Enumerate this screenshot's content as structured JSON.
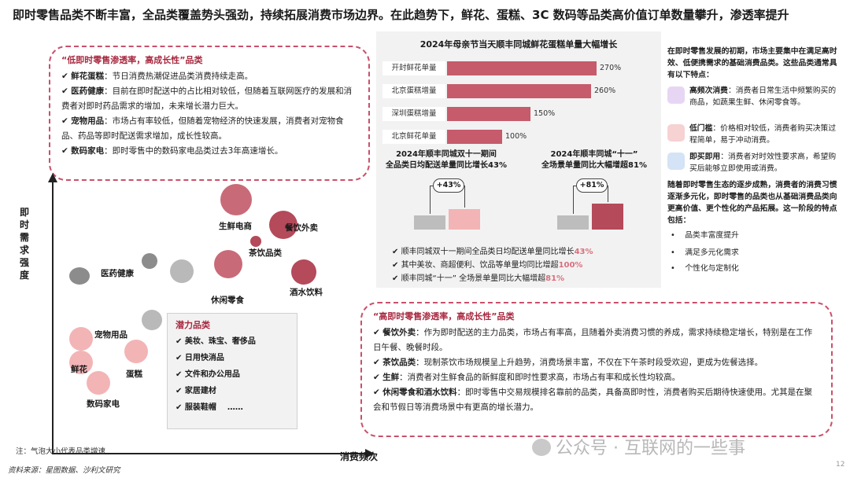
{
  "title": "即时零售品类不断丰富，全品类覆盖势头强劲，持续拓展消费市场边界。在此趋势下，鲜花、蛋糕、3C 数码等品类高价值订单数量攀升，渗透率提升",
  "low_bubble": {
    "heading": "“低即时零售渗透率，高成长性”品类",
    "items": [
      {
        "name": "鲜花蛋糕",
        "text": "：节日消费热潮促进品类消费持续走高。"
      },
      {
        "name": "医药健康",
        "text": "：目前在即时配送中的占比相对较低，但随着互联网医疗的发展和消费者对即时药品需求的增加，未来增长潜力巨大。"
      },
      {
        "name": "宠物用品",
        "text": "：市场占有率较低，但随着宠物经济的快速发展，消费者对宠物食品、药品等即时配送需求增加，成长性较高。"
      },
      {
        "name": "数码家电",
        "text": "：即时零售中的数码家电品类过去3年高速增长。"
      }
    ]
  },
  "scatter": {
    "y_label": "即时需求强度",
    "x_label": "消费频次",
    "colors": {
      "dark": "#b44a5a",
      "mid": "#c96a78",
      "light": "#f3b4b6",
      "gray": "#8c8c8c",
      "lightgray": "#b9b9b9"
    },
    "points": [
      {
        "label": "生鲜电商"
      },
      {
        "label": "餐饮外卖"
      },
      {
        "label": "茶饮品类"
      },
      {
        "label": "酒水饮料"
      },
      {
        "label": "休闲零食"
      },
      {
        "label": "医药健康"
      },
      {
        "label": "宠物用品"
      },
      {
        "label": "鲜花"
      },
      {
        "label": "蛋糕"
      },
      {
        "label": "数码家电"
      }
    ]
  },
  "potential": {
    "heading": "潜力品类",
    "items": [
      "美妆、珠宝、奢侈品",
      "日用快消品",
      "文件和办公用品",
      "家居建材",
      "服装鞋帽"
    ],
    "ellipsis": "……"
  },
  "note": "注：气泡大小代表品类增速",
  "source": "资料来源：星图数据、沙利文研究",
  "panel": {
    "title": "2024年母亲节当天顺丰同城鲜花蛋糕单量大幅增长",
    "hbars": [
      {
        "label": "开封鲜花单量",
        "value": 270,
        "text": "270%"
      },
      {
        "label": "北京蛋糕增量",
        "value": 260,
        "text": "260%"
      },
      {
        "label": "深圳蛋糕增量",
        "value": 150,
        "text": "150%"
      },
      {
        "label": "北京鲜花单量",
        "value": 100,
        "text": "100%"
      }
    ],
    "sub1_title_a": "2024年顺丰同城双十一期间",
    "sub1_title_b": "全品类日均配送单量同比增长43%",
    "sub1_delta": "+43%",
    "sub1_values": [
      1.0,
      1.43
    ],
    "sub2_title_a": "2024年顺丰同城“十一”",
    "sub2_title_b": "全场景单量同比大幅增超81%",
    "sub2_delta": "+81%",
    "sub2_values": [
      1.0,
      1.81
    ],
    "bullets": [
      {
        "text": "顺丰同城双十一期间全品类日均配送单量同比增长",
        "hl": "43%"
      },
      {
        "text": "其中美妆、商超便利、饮品等单量均同比增超",
        "hl": "100%"
      },
      {
        "text": "顺丰同城“十一”  全场景单量同比大幅增超",
        "hl": "81%"
      }
    ]
  },
  "right": {
    "intro": "在即时零售发展的初期，市场主要集中在满足高时效、低便携需求的基础消费品类。这些品类通常具有以下特点：",
    "features": [
      {
        "name": "高频次消费",
        "text": "：消费者日常生活中频繁购买的商品，如蔬果生鲜、休闲零食等。"
      },
      {
        "name": "低门槛",
        "text": "：价格相对较低，消费者购买决策过程简单，易于冲动消费。"
      },
      {
        "name": "即买即用",
        "text": "：消费者对时效性要求高，希望购买后能够立即使用或消费。"
      }
    ],
    "summary": "随着即时零售生态的逐步成熟，消费者的消费习惯逐渐多元化，即时零售的品类也从基础消费品类向更高价值、更个性化的产品拓展。这一阶段的特点包括：",
    "points": [
      "品类丰富度提升",
      "满足多元化需求",
      "个性化与定制化"
    ]
  },
  "high_bubble": {
    "heading": "“高即时零售渗透率，高成长性”品类",
    "items": [
      {
        "name": "餐饮外卖",
        "text": "：作为即时配送的主力品类，市场占有率高，且随着外卖消费习惯的养成，需求持续稳定增长，特别是在工作日午餐、晚餐时段。"
      },
      {
        "name": "茶饮品类",
        "text": "：现制茶饮市场规模呈上升趋势，消费场景丰富，不仅在下午茶时段受欢迎，更成为佐餐选择。"
      },
      {
        "name": "生鲜",
        "text": "：消费者对生鲜食品的新鲜度和即时性要求高，市场占有率和成长性均较高。"
      },
      {
        "name": "休闲零食和酒水饮料",
        "text": "：即时零售中交易规模排名靠前的品类，具备高即时性，消费者购买后期待快速使用。尤其是在聚会和节假日等消费场景中有更高的增长潜力。"
      }
    ]
  },
  "watermark": "公众号 · 互联网的一些事",
  "page_number": "12"
}
